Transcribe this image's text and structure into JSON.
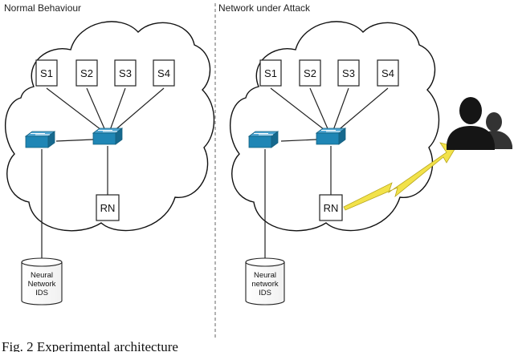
{
  "left_panel": {
    "title": "Normal Behaviour",
    "servers": [
      "S1",
      "S2",
      "S3",
      "S4"
    ],
    "rn_label": "RN",
    "db_lines": [
      "Neural",
      "Network",
      "IDS"
    ]
  },
  "right_panel": {
    "title": "Network under Attack",
    "servers": [
      "S1",
      "S2",
      "S3",
      "S4"
    ],
    "rn_label": "RN",
    "db_lines": [
      "Neural",
      "network",
      "IDS"
    ]
  },
  "caption": "Fig. 2 Experimental architecture",
  "colors": {
    "switch": "#1f86b5",
    "lightning": "#f2e24a",
    "attacker": "#151515"
  },
  "icons": [
    "switch-icon",
    "database-icon",
    "lightning-icon",
    "attacker-icon"
  ]
}
